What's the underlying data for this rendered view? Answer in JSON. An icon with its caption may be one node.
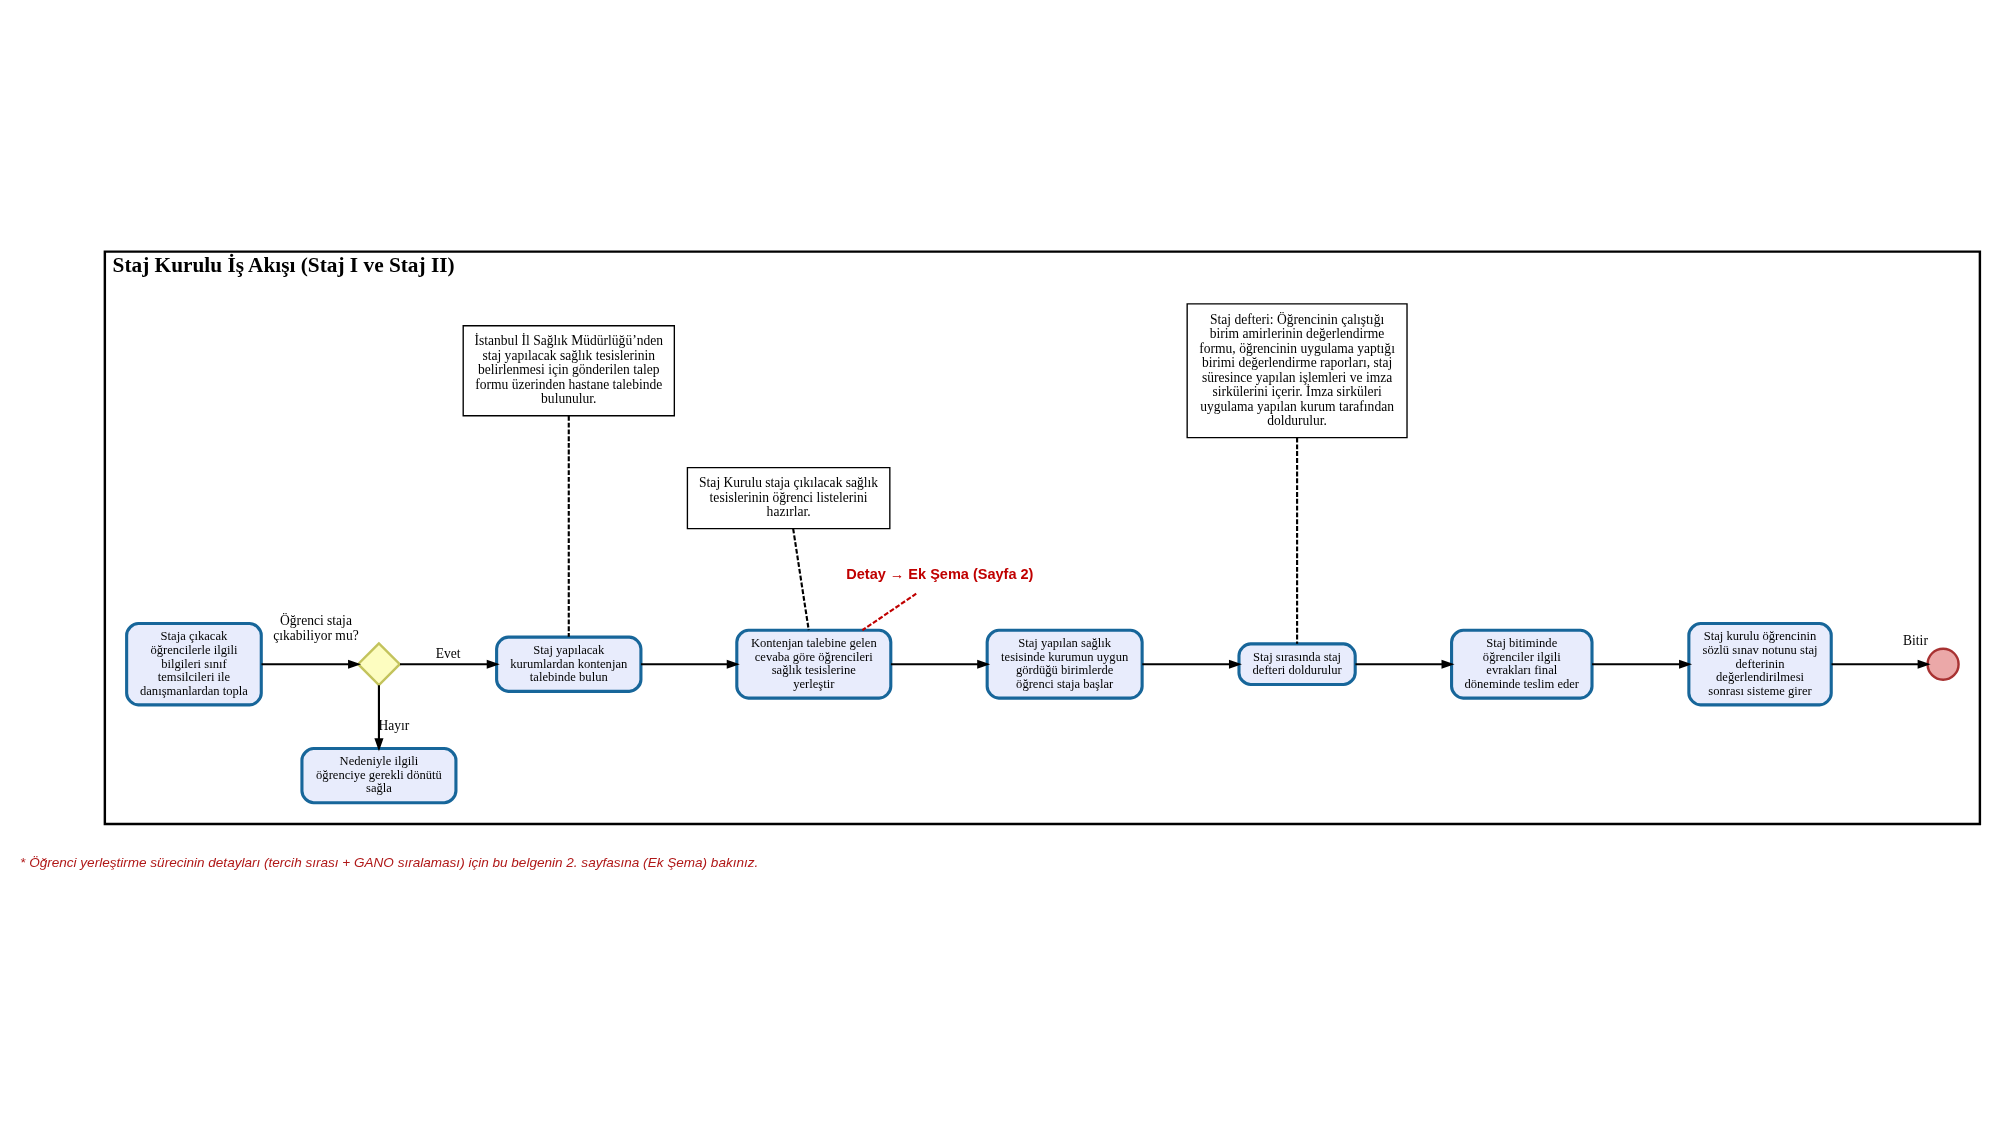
{
  "diagram": {
    "nodes": [
      {
        "text": [
          "Staj Kurulu İş Akışı (Staj I ve Staj II)"
        ]
      },
      {
        "text": [
          "İstanbul İl Sağlık Müdürlüğü’nden staj yapılacak sağlık tesislerinin belirlenmesi için gönderilen talep formu üzerinden hastane talebinde bulunulur."
        ],
        "in": 0
      },
      {
        "text": [
          "Staj Kurulu staja çıkılacak sağlık tesislerinin öğrenci listelerini hazırlar."
        ],
        "in": 0
      },
      {
        "text": [
          "Detay → Ek Şema (Sayfa 2)"
        ],
        "in": 0
      },
      {
        "text": [
          "Staj defteri: Öğrencinin çalıştığı birim amirlerinin değerlendirme formu, öğrencinin uygulama yaptığı birimi değerlendirme raporları, staj süresince yapılan işlemleri ve imza sirkülerini içerir. İmza sirküleri uygulama yapılan kurum tarafından doldurulur."
        ],
        "in": 0
      },
      {
        "text": [
          "Staja çıkacak öğrencilerle ilgili bilgileri sınıf temsilcileri ile danışmanlardan topla"
        ],
        "in": 0
      },
      {
        "text": [
          "Öğrenci staja çıkabiliyor mu?"
        ],
        "in": 0
      },
      {
        "text": [
          "Staj yapılacak kurumlardan kontenjan talebinde bulun"
        ],
        "in": 0
      },
      {
        "text": [
          "Kontenjan talebine gelen cevaba göre öğrencileri sağlık tesislerine yerleştir"
        ],
        "in": 0
      },
      {
        "text": [
          "Staj yapılan sağlık tesisinde kurumun uygun gördüğü birimlerde öğrenci staja başlar"
        ],
        "in": 0
      },
      {
        "text": [
          "Staj sırasında staj defteri doldurulur"
        ],
        "in": 0
      },
      {
        "text": [
          "Staj bitiminde öğrenciler ilgili evrakları final döneminde teslim eder"
        ],
        "in": 0
      },
      {
        "text": [
          "Staj kurulu öğrencinin sözlü sınav notunu staj defterinin değerlendirilmesi sonrası sisteme girer"
        ],
        "in": 0
      },
      {
        "text": [
          "Bitir"
        ],
        "in": 0
      },
      {
        "text": [
          "Nedeniyle ilgili öğrenciye gerekli dönütü sağla"
        ],
        "in": 0
      }
    ],
    "edges": [
      {
        "from": 5,
        "to": 6,
        "arrow": "to"
      },
      {
        "from": 6,
        "to": 7,
        "arrow": "to",
        "label": "Evet"
      },
      {
        "from": 6,
        "to": 14,
        "arrow": "to",
        "label": "Hayır"
      },
      {
        "from": 7,
        "to": 8,
        "arrow": "to"
      },
      {
        "from": 8,
        "to": 9,
        "arrow": "to"
      },
      {
        "from": 9,
        "to": 10,
        "arrow": "to"
      },
      {
        "from": 10,
        "to": 11,
        "arrow": "to"
      },
      {
        "from": 11,
        "to": 12,
        "arrow": "to"
      },
      {
        "from": 12,
        "to": 13,
        "arrow": "to"
      },
      {
        "from": 1,
        "to": 7,
        "arrow": "none",
        "style": "dashed"
      },
      {
        "from": 2,
        "to": 8,
        "arrow": "none",
        "style": "dashed"
      },
      {
        "from": 3,
        "to": 8,
        "arrow": "none",
        "style": "dashed",
        "color": "#c00000"
      },
      {
        "from": 4,
        "to": 10,
        "arrow": "none",
        "style": "dashed"
      }
    ],
    "labels": [
      "* Öğrenci yerleştirme sürecinin detayları (tercih sırası + GANO sıralaması) için bu belgenin 2. sayfasına (Ek Şema) bakınız."
    ]
  }
}
